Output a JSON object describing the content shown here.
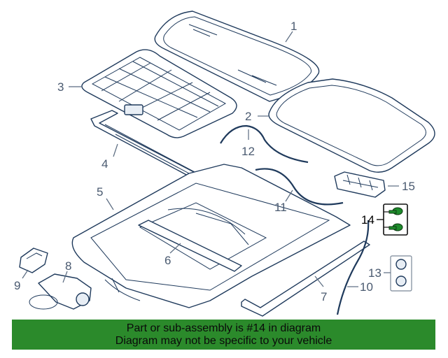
{
  "callouts": {
    "c1": "1",
    "c2": "2",
    "c3": "3",
    "c4": "4",
    "c5": "5",
    "c6": "6",
    "c7": "7",
    "c8": "8",
    "c9": "9",
    "c10": "10",
    "c11": "11",
    "c12": "12",
    "c13": "13",
    "c14": "14",
    "c15": "15"
  },
  "highlight_color": "#1e8c2c",
  "banner": {
    "line1": "Part or sub-assembly is #14 in diagram",
    "line2": "Diagram may not be specific to your vehicle",
    "color": "#2b8a2b"
  }
}
